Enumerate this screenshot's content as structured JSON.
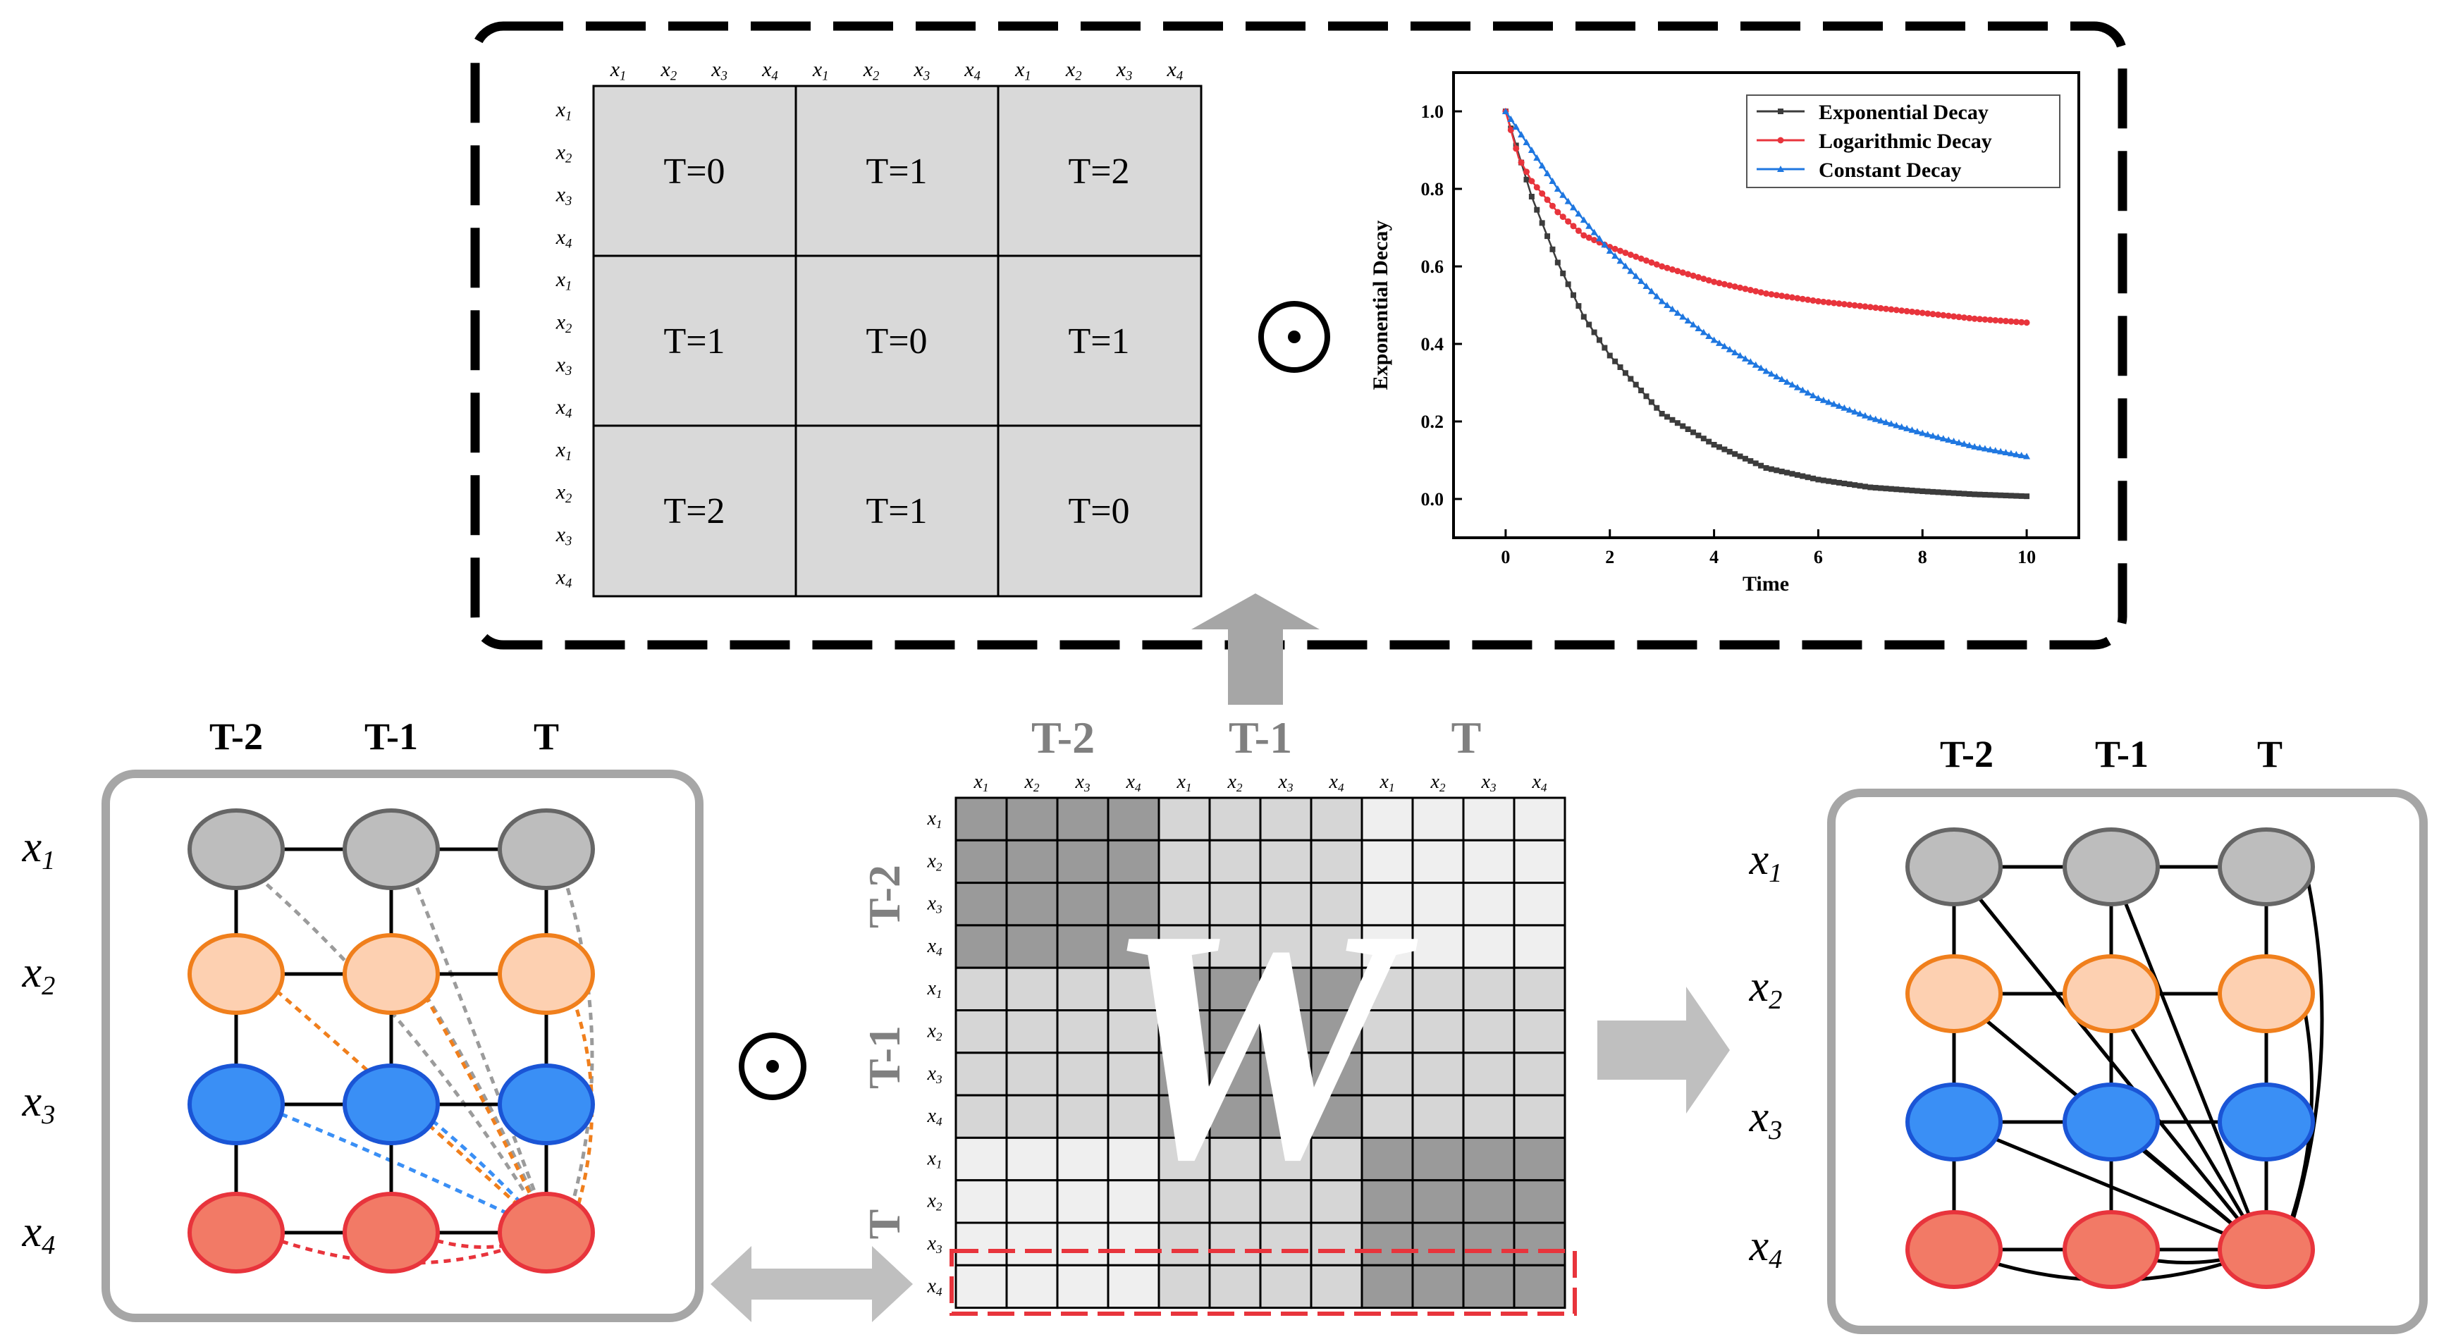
{
  "time_labels": [
    "T-2",
    "T-1",
    "T"
  ],
  "variables": [
    "x",
    "x",
    "x",
    "x"
  ],
  "variable_subscripts": [
    "1",
    "2",
    "3",
    "4"
  ],
  "matrix_cells": [
    [
      "T=0",
      "T=1",
      "T=2"
    ],
    [
      "T=1",
      "T=0",
      "T=1"
    ],
    [
      "T=2",
      "T=1",
      "T=0"
    ]
  ],
  "hadamard_symbol": "⊙",
  "weight_symbol": "W",
  "colors": {
    "grey_node": "#bdbdbd",
    "orange_node": "#fdd0b1",
    "orange_stroke": "#f07f1c",
    "blue_node": "#3a8ff5",
    "blue_stroke": "#1a55d6",
    "red_node": "#f27a66",
    "red_stroke": "#e8343c",
    "red_dash": "#e8343c",
    "dashed_box": "#000000",
    "arrow": "#a6a6a6"
  },
  "weight_matrix_shading": [
    [
      "#9a9a9a",
      "#d6d6d6",
      "#efefef"
    ],
    [
      "#d6d6d6",
      "#9a9a9a",
      "#d6d6d6"
    ],
    [
      "#efefef",
      "#d6d6d6",
      "#9a9a9a"
    ]
  ],
  "chart_data": {
    "type": "line",
    "xlabel": "Time",
    "ylabel": "Exponential Decay",
    "xlim": [
      -1,
      11
    ],
    "ylim": [
      -0.1,
      1.1
    ],
    "xticks": [
      0,
      2,
      4,
      6,
      8,
      10
    ],
    "yticks": [
      0.0,
      0.2,
      0.4,
      0.6,
      0.8,
      1.0
    ],
    "legend_position": "top-right",
    "series": [
      {
        "name": "Exponential Decay",
        "color": "#3c3c3c",
        "marker": "square",
        "x": [
          0,
          0.5,
          1,
          1.5,
          2,
          3,
          4,
          5,
          6,
          7,
          8,
          9,
          10
        ],
        "y": [
          1.0,
          0.78,
          0.61,
          0.47,
          0.37,
          0.22,
          0.14,
          0.08,
          0.05,
          0.03,
          0.02,
          0.012,
          0.007
        ]
      },
      {
        "name": "Logarithmic Decay",
        "color": "#e8343c",
        "marker": "circle",
        "x": [
          0,
          0.25,
          0.5,
          1,
          1.5,
          2,
          3,
          4,
          5,
          6,
          7,
          8,
          9,
          10
        ],
        "y": [
          1.0,
          0.88,
          0.82,
          0.74,
          0.68,
          0.65,
          0.6,
          0.56,
          0.53,
          0.51,
          0.495,
          0.48,
          0.465,
          0.455
        ]
      },
      {
        "name": "Constant Decay",
        "color": "#1f77e0",
        "marker": "triangle",
        "x": [
          0,
          1,
          2,
          3,
          4,
          5,
          6,
          7,
          8,
          9,
          10
        ],
        "y": [
          1.0,
          0.8,
          0.64,
          0.51,
          0.41,
          0.33,
          0.26,
          0.21,
          0.17,
          0.135,
          0.11
        ]
      }
    ]
  }
}
